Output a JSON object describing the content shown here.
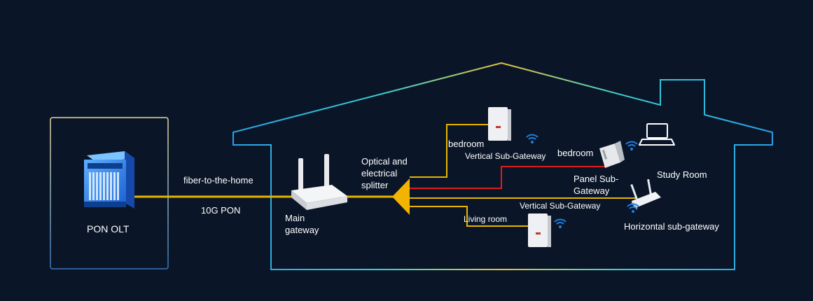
{
  "labels": {
    "olt": "PON OLT",
    "fiber": "fiber-to-the-home",
    "pon": "10G PON",
    "main_gateway": "Main gateway",
    "splitter": "Optical and electrical splitter",
    "bedroom_1": "bedroom",
    "vertical_subgw_1": "Vertical Sub-Gateway",
    "bedroom_2": "bedroom",
    "panel_subgw": "Panel Sub-Gateway",
    "study_room": "Study Room",
    "vertical_subgw_2": "Vertical Sub-Gateway",
    "horizontal_subgw": "Horizontal sub-gateway",
    "living_room": "Living room"
  },
  "colors": {
    "background": "#0a1628",
    "fiber": "#e8b400",
    "electrical": "#e01c1c",
    "house_gradient": [
      "#2aa0e8",
      "#39d1d1",
      "#e6c23a",
      "#f2b400"
    ],
    "wifi": "#1e7fe0"
  },
  "icons": [
    "olt-chassis-icon",
    "router-icon",
    "splitter-icon",
    "vertical-gateway-icon",
    "panel-gateway-icon",
    "horizontal-gateway-icon",
    "laptop-icon",
    "wifi-icon"
  ]
}
